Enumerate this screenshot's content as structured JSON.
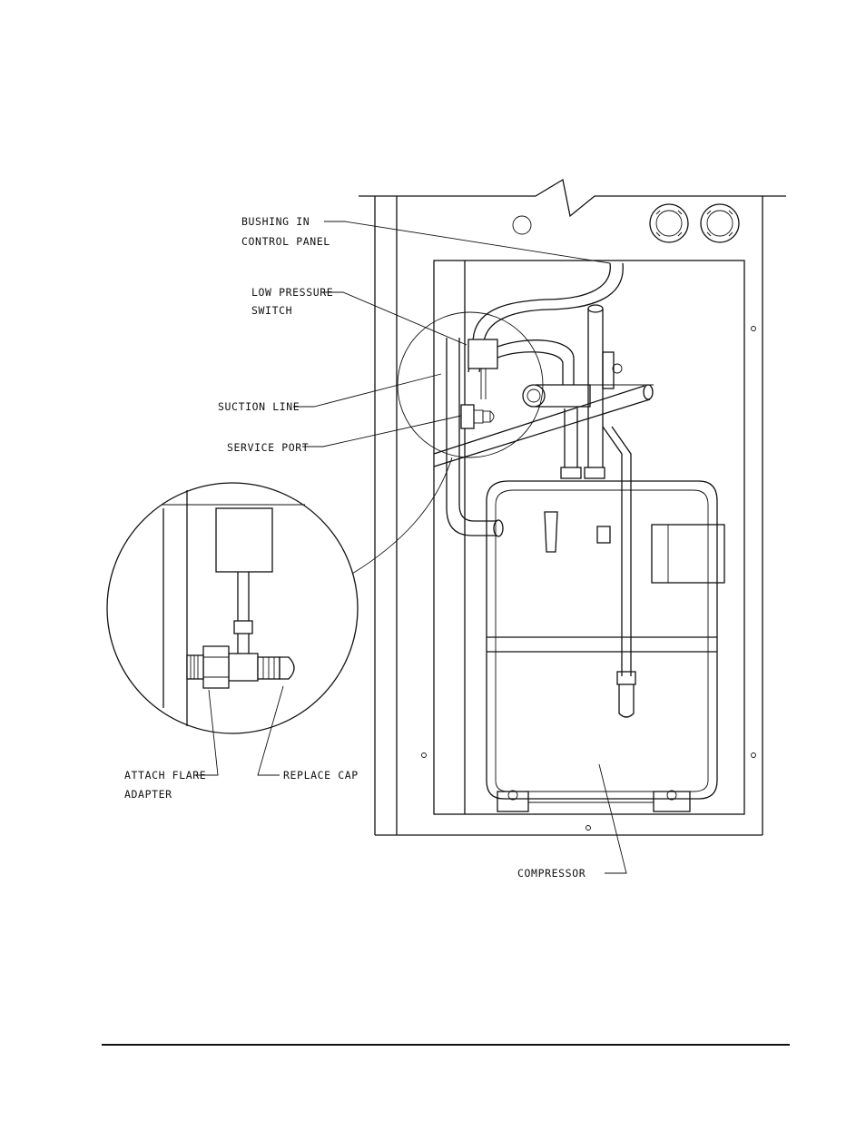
{
  "labels": {
    "bushing_line1": "BUSHING IN",
    "bushing_line2": "CONTROL PANEL",
    "lps_line1": "LOW PRESSURE",
    "lps_line2": "SWITCH",
    "suction_line": "SUCTION LINE",
    "service_port": "SERVICE PORT",
    "flare_line1": "ATTACH FLARE",
    "flare_line2": "ADAPTER",
    "replace_cap": "REPLACE CAP",
    "compressor": "COMPRESSOR"
  }
}
